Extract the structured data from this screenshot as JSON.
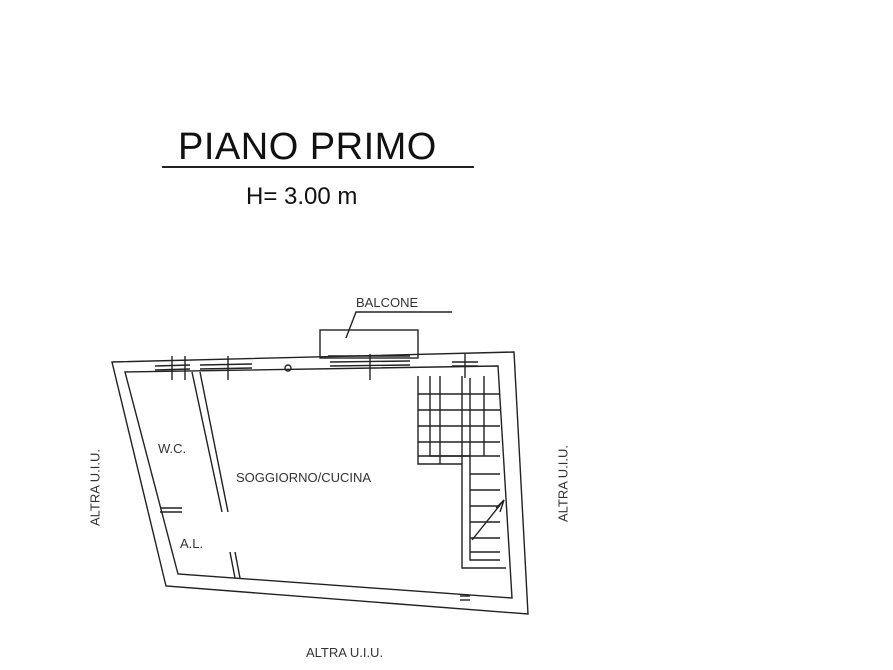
{
  "plan": {
    "title": "PIANO PRIMO",
    "height": "H= 3.00 m",
    "labels": {
      "balcone": "BALCONE",
      "wc": "W.C.",
      "soggiorno": "SOGGIORNO/CUCINA",
      "al": "A.L.",
      "altra_left": "ALTRA U.I.U.",
      "altra_right": "ALTRA U.I.U.",
      "altra_bottom": "ALTRA U.I.U."
    }
  }
}
